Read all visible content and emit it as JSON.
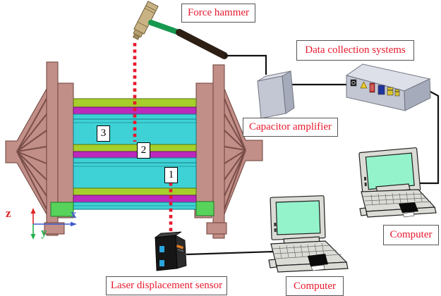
{
  "figure": {
    "type": "experimental-modal-test-setup-diagram",
    "labels": {
      "force_hammer": "Force hammer",
      "data_collection": "Data collection systems",
      "capacitor_amplifier": "Capacitor amplifier",
      "computer_right": "Computer",
      "computer_bottom": "Computer",
      "laser_sensor": "Laser displacement sensor"
    },
    "markers": {
      "m1": "1",
      "m2": "2",
      "m3": "3"
    },
    "axes": {
      "x": "x",
      "y": "y",
      "z": "z"
    },
    "colors": {
      "label_text": "#e8192d",
      "dotted_line": "#e8192d",
      "frame_salmon": "#c28e88",
      "band_chartreuse": "#a6cf2b",
      "band_magenta": "#bb2abc",
      "band_cyan": "#3ed2d6",
      "support_green": "#57d35c",
      "laptop_screen": "#94f3ca",
      "device_gray": "#c3c7d3",
      "hammer_head_tan": "#c9b384",
      "hammer_grip_green": "#17984f",
      "hammer_grip_dark": "#2e1f15",
      "axis_x": "#3f5ccc",
      "axis_y": "#25b14b",
      "axis_z": "#e02424"
    }
  }
}
